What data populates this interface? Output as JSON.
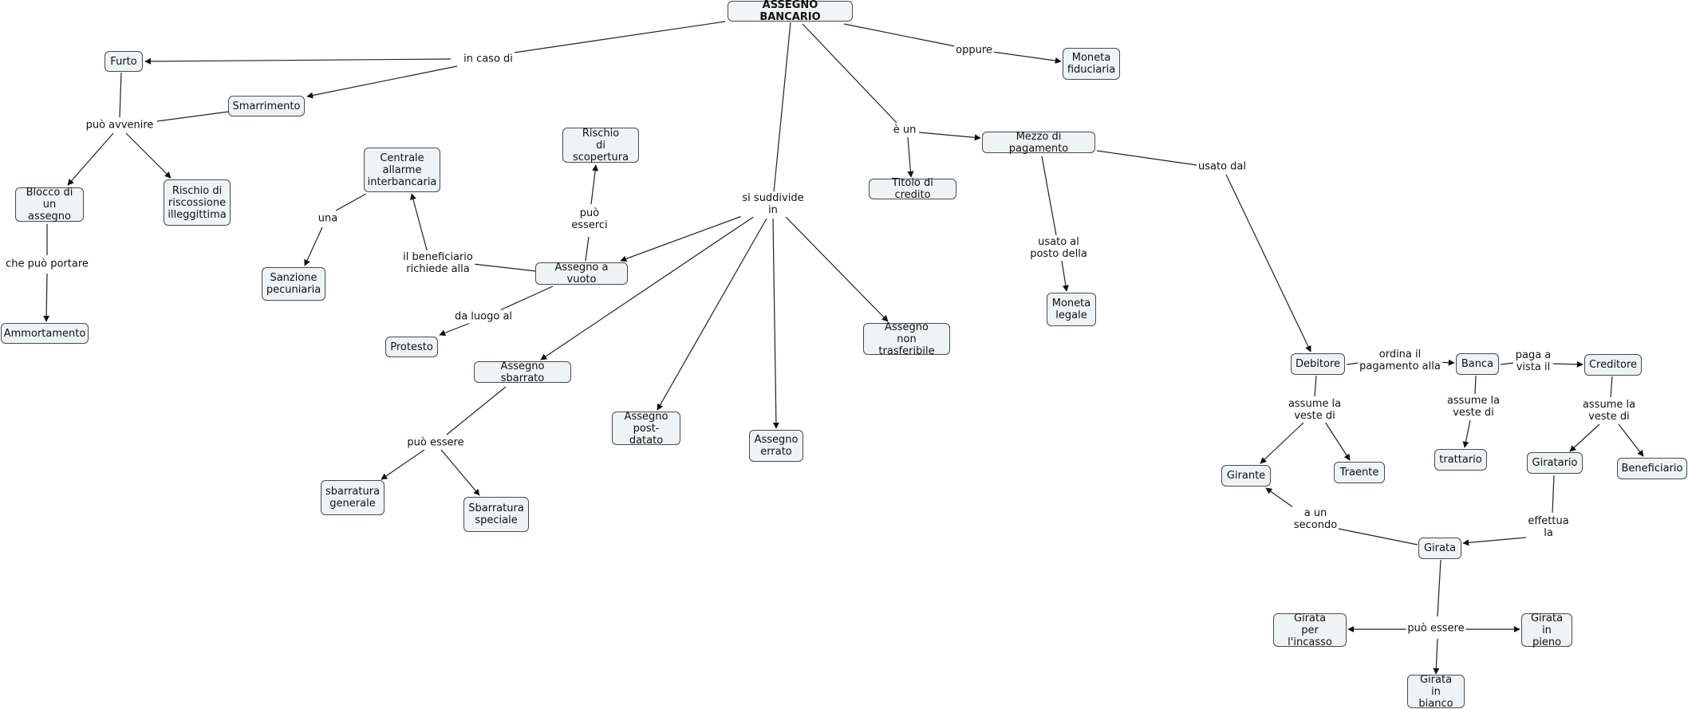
{
  "title": "ASSEGNO BANCARIO",
  "nodes": {
    "furto": "Furto",
    "smarrimento": "Smarrimento",
    "blocco": "Blocco di\nun assegno",
    "rischio_riscossione": "Rischio di\nriscossione\nilleggittima",
    "ammortamento": "Ammortamento",
    "centrale": "Centrale\nallarme\ninterbancaria",
    "sanzione": "Sanzione\npecuniaria",
    "rischio_scopertura": "Rischio\ndi scopertura",
    "assegno_vuoto": "Assegno a vuoto",
    "protesto": "Protesto",
    "assegno_sbarrato": "Assegno sbarrato",
    "sbarratura_generale": "sbarratura\ngenerale",
    "sbarratura_speciale": "Sbarratura\nspeciale",
    "assegno_postdatato": "Assegno\npost-datato",
    "assegno_errato": "Assegno\nerrato",
    "assegno_non_trasferibile": "Assegno\nnon trasferibile",
    "titolo_credito": "Titolo di credito",
    "mezzo_pagamento": "Mezzo di pagamento",
    "moneta_fiduciaria": "Moneta\nfiduciaria",
    "moneta_legale": "Moneta\nlegale",
    "debitore": "Debitore",
    "banca": "Banca",
    "creditore": "Creditore",
    "girante": "Girante",
    "traente": "Traente",
    "trattario": "trattario",
    "giratario": "Giratario",
    "beneficiario": "Beneficiario",
    "girata": "Girata",
    "girata_incasso": "Girata\nper l'incasso",
    "girata_pieno": "Girata\nin pieno",
    "girata_bianco": "Girata\nin bianco"
  },
  "links": {
    "in_caso_di": "in caso di",
    "oppure": "oppure",
    "puo_avvenire": "può avvenire",
    "che_puo_portare": "che può portare",
    "una": "una",
    "il_beneficiario": "il beneficiario\nrichiede alla",
    "puo_esserci": "può\nesserci",
    "da_luogo_al": "da luogo al",
    "si_suddivide": "si suddivide\nin",
    "puo_essere_sbarr": "può essere",
    "e_un": "è un",
    "usato_dal": "usato dal",
    "usato_al_posto": "usato al\nposto della",
    "ordina_pagamento": "ordina il\npagamento alla",
    "paga_vista": "paga a\nvista il",
    "assume_debitore": "assume la\nveste di",
    "assume_banca": "assume la\nveste di",
    "assume_creditore": "assume la\nveste di",
    "effettua_la": "effettua\nla",
    "a_un_secondo": "a un\nsecondo",
    "puo_essere_girata": "può essere"
  }
}
